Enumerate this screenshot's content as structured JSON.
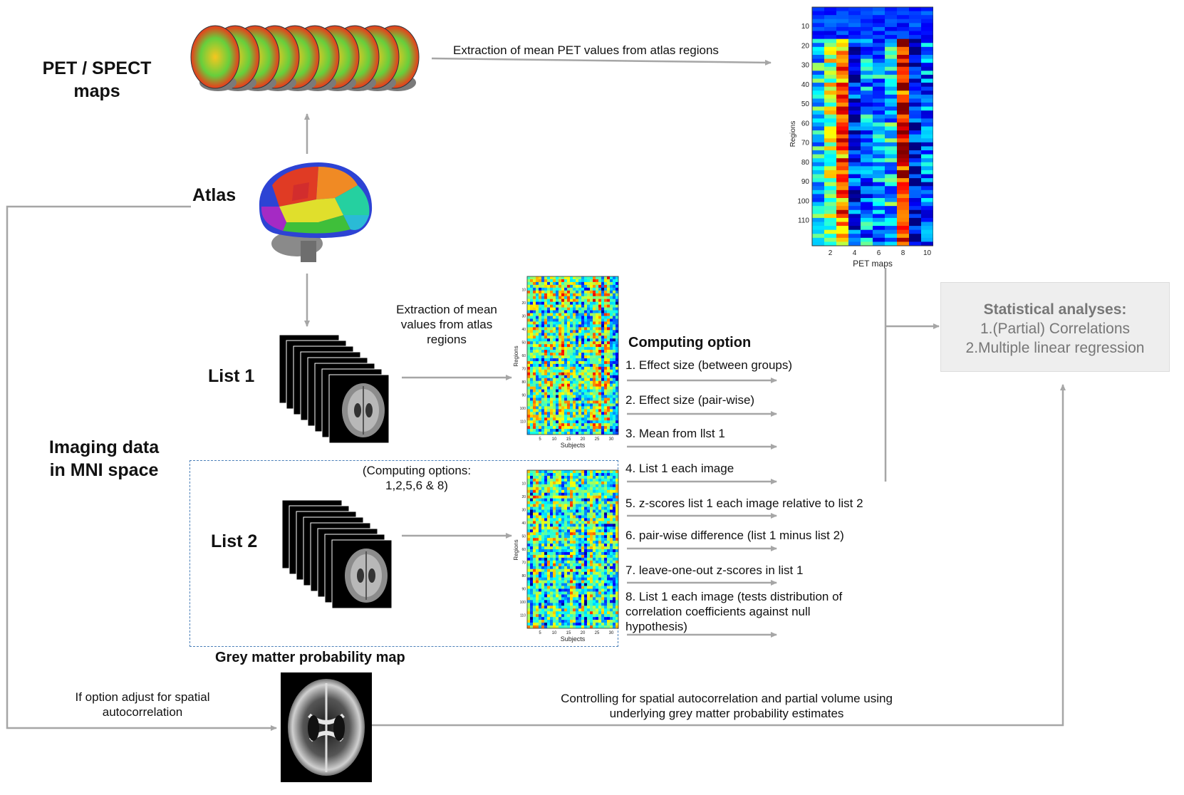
{
  "labels": {
    "pet_maps": "PET / SPECT\nmaps",
    "atlas": "Atlas",
    "imaging_data": "Imaging data\nin MNI space",
    "list1": "List 1",
    "list2": "List 2",
    "grey_matter": "Grey matter probability map"
  },
  "edges": {
    "pet_extraction": "Extraction of mean PET values from atlas regions",
    "list_extraction": "Extraction of mean\nvalues from atlas regions",
    "list2_options": "(Computing options:\n1,2,5,6 & 8)",
    "adjust": "If option adjust for spatial\nautocorrelation",
    "controlling": "Controlling for spatial autocorrelation and partial volume using\nunderlying grey matter probability estimates"
  },
  "computing": {
    "title": "Computing option",
    "options": [
      "1. Effect size (between groups)",
      "2. Effect size (pair-wise)",
      "3. Mean from llst 1",
      "4. List 1 each image",
      "5. z-scores list 1 each image relative to list 2",
      "6. pair-wise difference (list 1 minus list 2)",
      "7. leave-one-out z-scores in list 1",
      "8. List 1 each image (tests distribution of\ncorrelation coefficients against null\nhypothesis)"
    ]
  },
  "stats": {
    "title": "Statistical analyses:",
    "items": [
      "1.(Partial) Correlations",
      "2.Multiple linear regression"
    ]
  },
  "heatmap_pet": {
    "ylabel": "Regions",
    "xlabel": "PET maps",
    "yticks": [
      "10",
      "20",
      "30",
      "40",
      "50",
      "60",
      "70",
      "80",
      "90",
      "100",
      "110"
    ],
    "xticks": [
      "2",
      "4",
      "6",
      "8",
      "10"
    ]
  },
  "heatmap_subjects": {
    "ylabel": "Regions",
    "xlabel": "Subjects",
    "yticks": [
      "10",
      "20",
      "30",
      "40",
      "50",
      "60",
      "70",
      "80",
      "90",
      "100",
      "110"
    ],
    "xticks": [
      "5",
      "10",
      "15",
      "20",
      "25",
      "30"
    ]
  },
  "colors": {
    "arrow": "#a6a6a6",
    "dash": "#4a7fb8",
    "stat_bg": "#eeeeee",
    "stat_text": "#777777"
  }
}
